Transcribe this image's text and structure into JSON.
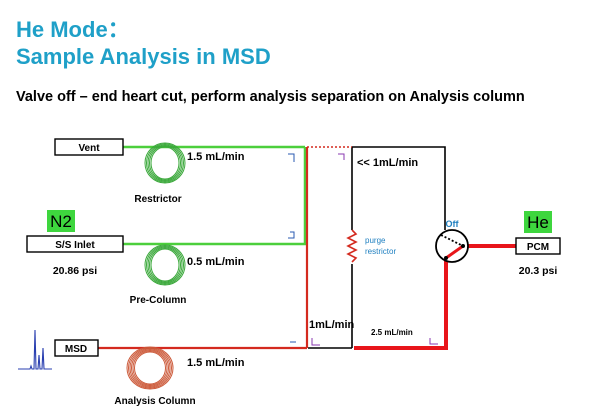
{
  "title": {
    "line1": "He Mode：",
    "line2": "Sample Analysis in MSD",
    "color": "#1fa0c8"
  },
  "subtitle": "Valve off – end heart cut, perform analysis separation on Analysis column",
  "boxes": {
    "vent": "Vent",
    "inlet": "S/S Inlet",
    "msd": "MSD",
    "pcm": "PCM"
  },
  "gas_labels": {
    "n2": "N2",
    "he": "He",
    "highlight_color": "#3ed63e"
  },
  "pressures": {
    "inlet": "20.86 psi",
    "pcm": "20.3 psi"
  },
  "flows": {
    "restrictor": "1.5 mL/min",
    "precolumn": "0.5 mL/min",
    "purge_top": "<< 1mL/min",
    "purge_bottom": "1mL/min",
    "pcm_to_msd": "2.5 mL/min",
    "analysis_column": "1.5 mL/min"
  },
  "components": {
    "restrictor": "Restrictor",
    "precolumn": "Pre-Column",
    "analysis_column": "Analysis Column",
    "purge_restrictor_line1": "purge",
    "purge_restrictor_line2": "restrictor",
    "valve_state": "Off"
  },
  "colors": {
    "green_line": "#4ccf3c",
    "red_line": "#d42a1f",
    "bright_red": "#e8151a",
    "coil_green": "#3aa83a",
    "coil_red": "#cc5a3a",
    "purple_marker": "#8a3ab0",
    "blue_marker": "#2a5ab0",
    "label_blue": "#1e7fc0"
  }
}
